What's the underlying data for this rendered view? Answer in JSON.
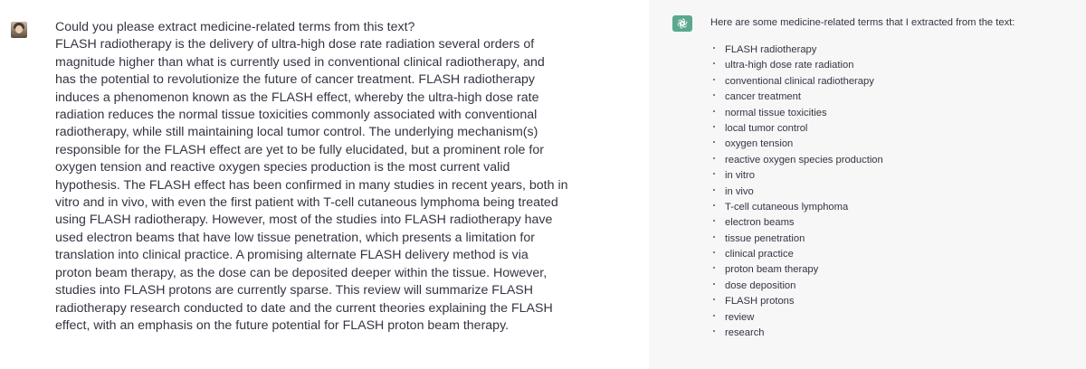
{
  "user_message": {
    "lines": [
      "Could you please extract medicine-related terms from this text?",
      "FLASH radiotherapy is the delivery of ultra-high dose rate radiation several orders of",
      "magnitude higher than what is currently used in conventional clinical radiotherapy, and",
      "has the potential to revolutionize the future of cancer treatment. FLASH radiotherapy",
      "induces a phenomenon known as the FLASH effect, whereby the ultra-high dose rate",
      "radiation reduces the normal tissue toxicities commonly associated with conventional",
      "radiotherapy, while still maintaining local tumor control. The underlying mechanism(s)",
      "responsible for the FLASH effect are yet to be fully elucidated, but a prominent role for",
      "oxygen tension and reactive oxygen species production is the most current valid",
      "hypothesis. The FLASH effect has been confirmed in many studies in recent years, both in",
      "vitro and in vivo, with even the first patient with T-cell cutaneous lymphoma being treated",
      "using FLASH radiotherapy. However, most of the studies into FLASH radiotherapy have",
      "used electron beams that have low tissue penetration, which presents a limitation for",
      "translation into clinical practice. A promising alternate FLASH delivery method is via",
      "proton beam therapy, as the dose can be deposited deeper within the tissue. However,",
      "studies into FLASH protons are currently sparse. This review will summarize FLASH",
      "radiotherapy research conducted to date and the current theories explaining the FLASH",
      "effect, with an emphasis on the future potential for FLASH proton beam therapy."
    ],
    "avatar_icon": "user-avatar-photo"
  },
  "assistant_message": {
    "avatar_icon": "chatgpt-logo-icon",
    "intro": "Here are some medicine-related terms that I extracted from the text:",
    "terms": [
      "FLASH radiotherapy",
      "ultra-high dose rate radiation",
      "conventional clinical radiotherapy",
      "cancer treatment",
      "normal tissue toxicities",
      "local tumor control",
      "oxygen tension",
      "reactive oxygen species production",
      "in vitro",
      "in vivo",
      "T-cell cutaneous lymphoma",
      "electron beams",
      "tissue penetration",
      "clinical practice",
      "proton beam therapy",
      "dose deposition",
      "FLASH protons",
      "review",
      "research"
    ]
  },
  "colors": {
    "assistant_bg": "#f7f7f8",
    "text": "#343541",
    "bot_avatar": "#5aa88d"
  }
}
